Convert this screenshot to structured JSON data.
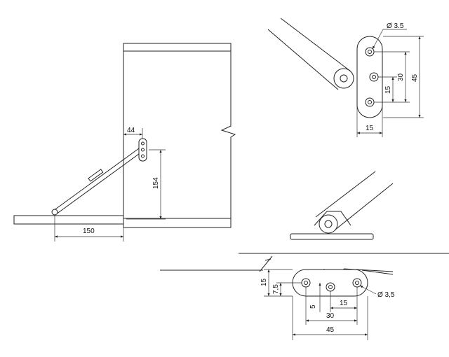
{
  "colors": {
    "line": "#222222",
    "background": "#ffffff"
  },
  "main_view": {
    "dim_width": "44",
    "dim_height": "154",
    "dim_base": "150"
  },
  "bracket_top": {
    "hole_dia": "Ø 3.5",
    "dim_total": "45",
    "dim_holes": "30",
    "dim_pitch": "15",
    "dim_width": "15"
  },
  "bracket_bottom": {
    "hole_dia": "Ø 3,5",
    "dim_height": "15",
    "dim_offset": "7,5",
    "dim_small": "5",
    "dim_pitch": "15",
    "dim_holes": "30",
    "dim_total": "45"
  }
}
